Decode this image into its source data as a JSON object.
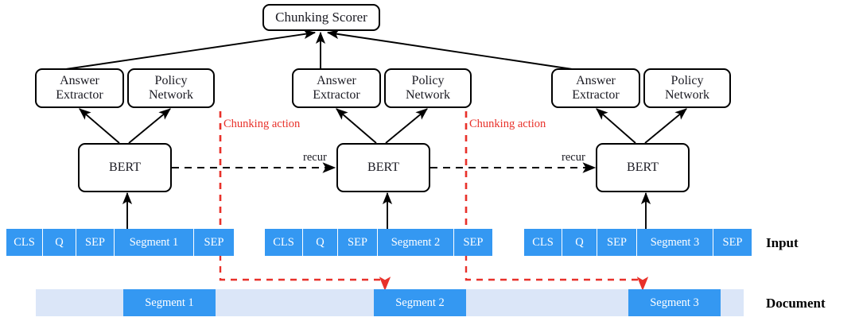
{
  "figure": {
    "title_node": "Chunking Scorer",
    "recur_label": "recur",
    "chunking_action_label": "Chunking action"
  },
  "colors": {
    "token_blue": "#3498f2",
    "doc_light_blue": "#dbe6f8",
    "chunk_red": "#e8312a",
    "outline_black": "#000000",
    "text_dark": "#1a1a22"
  },
  "scorer": {
    "label": "Chunking Scorer"
  },
  "groups": [
    {
      "id": "group-1",
      "answer_extractor": "Answer\nExtractor",
      "policy_network": "Policy\nNetwork",
      "bert": "BERT",
      "tokens": [
        "CLS",
        "Q",
        "SEP",
        "Segment 1",
        "SEP"
      ],
      "doc_segment": "Segment 1"
    },
    {
      "id": "group-2",
      "answer_extractor": "Answer\nExtractor",
      "policy_network": "Policy\nNetwork",
      "bert": "BERT",
      "tokens": [
        "CLS",
        "Q",
        "SEP",
        "Segment 2",
        "SEP"
      ],
      "doc_segment": "Segment 2"
    },
    {
      "id": "group-3",
      "answer_extractor": "Answer\nExtractor",
      "policy_network": "Policy\nNetwork",
      "bert": "BERT",
      "tokens": [
        "CLS",
        "Q",
        "SEP",
        "Segment 3",
        "SEP"
      ],
      "doc_segment": "Segment 3"
    }
  ],
  "recur_labels": [
    "recur",
    "recur"
  ],
  "chunking_actions": [
    "Chunking action",
    "Chunking action"
  ],
  "captions": {
    "input": "Input",
    "document": "Document"
  }
}
